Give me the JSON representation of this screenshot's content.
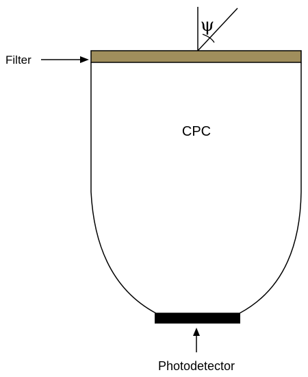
{
  "labels": {
    "filter": "Filter",
    "cpc": "CPC",
    "photodetector": "Photodetector",
    "angle_symbol": "ψ"
  },
  "colors": {
    "filter": "#a08e5c",
    "detector": "#000000",
    "outline": "#000000",
    "background": "#ffffff"
  }
}
